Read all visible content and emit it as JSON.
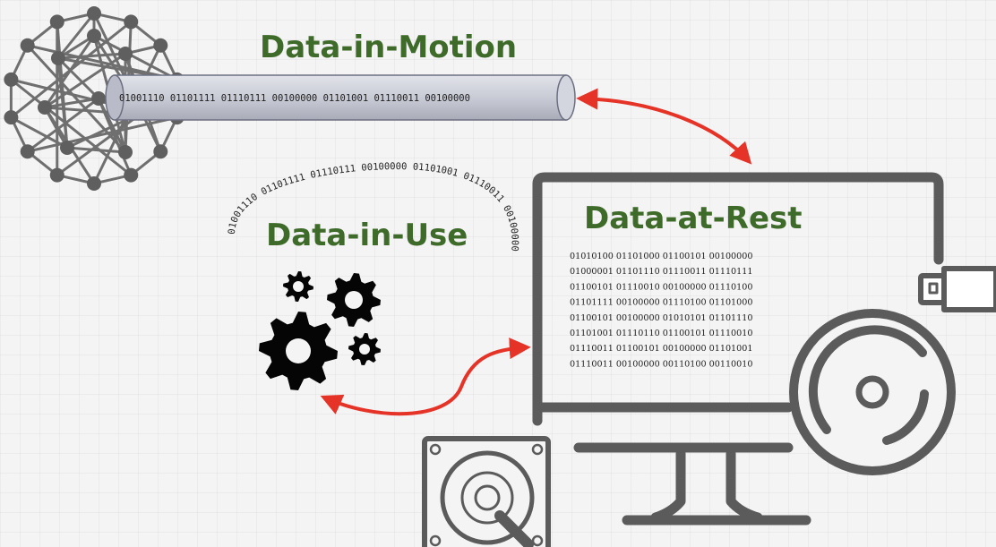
{
  "labels": {
    "motion": "Data-in-Motion",
    "use": "Data-in-Use",
    "rest": "Data-at-Rest"
  },
  "motion_bits": "01001110 01101111 01110111 00100000 01101001 01110011 00100000",
  "use_bits": "01001110 01101111 01110111 00100000 01101001 01110011 00100000",
  "rest_bits": [
    "01010100 01101000 01100101 00100000",
    "01000001 01101110 01110011 01110111",
    "01100101 01110010 00100000 01110100",
    "01101111 00100000 01110100 01101000",
    "01100101 00100000 01010101 01101110",
    "01101001 01110110 01100101 01110010",
    "01110011 01100101 00100000 01101001",
    "01110011 00100000 00110100 00110010"
  ],
  "icons": [
    "network-icon",
    "pipe-icon",
    "gears-icon",
    "monitor-icon",
    "usb-drive-icon",
    "optical-disc-icon",
    "hard-drive-icon",
    "arrow-icon"
  ],
  "colors": {
    "title": "#3f6b2a",
    "arrow": "#e53327",
    "device": "#5b5b5b",
    "pipe": "#c9cbd6"
  }
}
